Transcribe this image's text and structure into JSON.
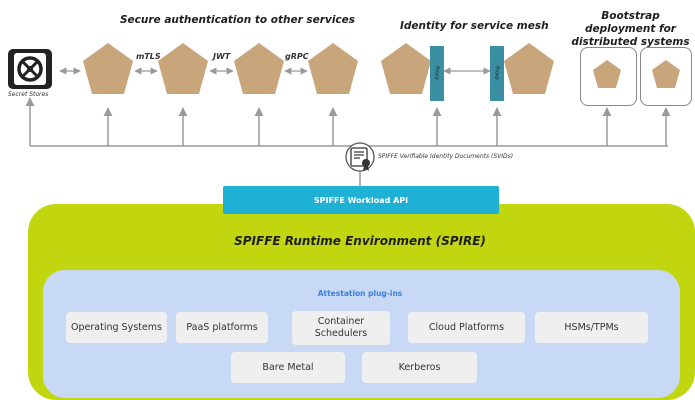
{
  "headings": {
    "secure_auth": "Secure authentication to other services",
    "identity_mesh": "Identity for service mesh",
    "bootstrap": "Bootstrap deployment for distributed systems"
  },
  "protocols": [
    "mTLS",
    "JWT",
    "gRPC"
  ],
  "secret_stores_label": "Secret Stores",
  "proxy_labels": [
    "Proxy",
    "Proxy"
  ],
  "svid_label": "SPIFFE Verifiable Identity Documents (SVIDs)",
  "workload_api_label": "SPIFFE Workload API",
  "spire_title": "SPIFFE Runtime Environment (SPIRE)",
  "attestation": {
    "title": "Attestation plug-ins",
    "row1": [
      "Operating Systems",
      "PaaS platforms",
      "Container Schedulers",
      "Cloud Platforms",
      "HSMs/TPMs"
    ],
    "row2": [
      "Bare Metal",
      "Kerberos"
    ]
  },
  "colors": {
    "service": "#c9a57c",
    "proxy": "#3b8fa3",
    "workload_api": "#1fb1d4",
    "spire": "#c2d610",
    "attestation": "#c7d9f5",
    "attestation_title": "#3d7fd8",
    "connector": "#9a9a9a"
  }
}
